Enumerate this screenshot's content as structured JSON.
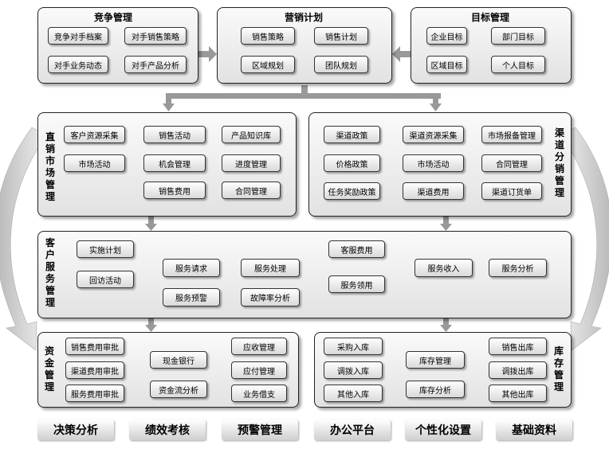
{
  "competition": {
    "title": "竞争管理",
    "items": [
      "竞争对手档案",
      "对手销售策略",
      "对手业务动态",
      "对手产品分析"
    ]
  },
  "marketing": {
    "title": "营销计划",
    "items": [
      "销售策略",
      "销售计划",
      "区域规划",
      "团队规划"
    ]
  },
  "target": {
    "title": "目标管理",
    "items": [
      "企业目标",
      "部门目标",
      "区域目标",
      "个人目标"
    ]
  },
  "direct": {
    "title": "直销市场管理",
    "items": [
      "客户资源采集",
      "销售活动",
      "产品知识库",
      "市场活动",
      "机会管理",
      "进度管理",
      "销售费用",
      "合同管理"
    ]
  },
  "channel": {
    "title": "渠道分销管理",
    "items": [
      "渠道政策",
      "渠道资源采集",
      "市场报备管理",
      "价格政策",
      "市场活动",
      "合同管理",
      "任务奖励政策",
      "渠道费用",
      "渠道订货单"
    ]
  },
  "service": {
    "title": "客户服务管理",
    "items": [
      "实施计划",
      "回访活动",
      "服务请求",
      "服务预警",
      "服务处理",
      "故障率分析",
      "客服费用",
      "服务领用",
      "服务收入",
      "服务分析"
    ]
  },
  "funds": {
    "title": "资金管理",
    "items": [
      "销售费用审批",
      "渠道费用审批",
      "服务费用审批",
      "现金银行",
      "资金流分析",
      "应收管理",
      "应付管理",
      "业务借支"
    ]
  },
  "inventory": {
    "title": "库存管理",
    "items": [
      "采购入库",
      "调拨入库",
      "其他入库",
      "库存管理",
      "库存分析",
      "销售出库",
      "调拨出库",
      "其他出库"
    ]
  },
  "bottom_nav": [
    "决策分析",
    "绩效考核",
    "预警管理",
    "办公平台",
    "个性化设置",
    "基础资料"
  ],
  "colors": {
    "arrow": "#999999",
    "line": "#222222"
  }
}
